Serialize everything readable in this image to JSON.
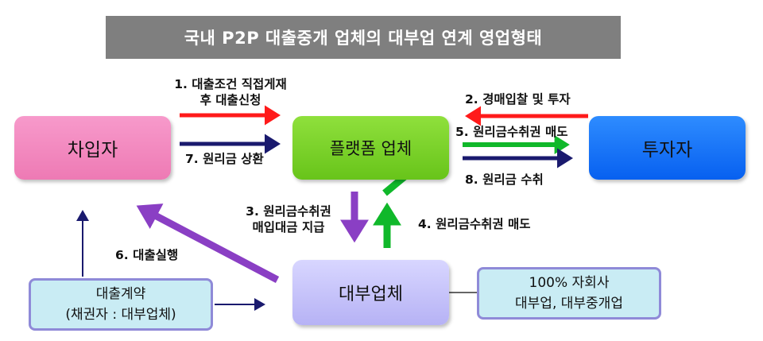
{
  "title": "국내 P2P 대출중개 업체의 대부업 연계 영업형태",
  "nodes": {
    "borrower": "차입자",
    "platform": "플랫폼 업체",
    "investor": "투자자",
    "lender": "대부업체",
    "contract": {
      "line1": "대출계약",
      "line2": "(채권자 : 대부업체)"
    },
    "subsidiary": {
      "line1": "100% 자회사",
      "line2": "대부업, 대부중개업"
    }
  },
  "steps": {
    "s1": {
      "line1": "1. 대출조건 직접게재",
      "line2": "후 대출신청"
    },
    "s2": "2. 경매입찰 및 투자",
    "s3": {
      "line1": "3. 원리금수취권",
      "line2": "매입대금 지급"
    },
    "s4": "4. 원리금수취권 매도",
    "s5": "5. 원리금수취권 매도",
    "s6": "6. 대출실행",
    "s7": "7. 원리금 상환",
    "s8": "8. 원리금 수취"
  },
  "colors": {
    "red": "#ff1a1a",
    "navy": "#1a1a6e",
    "green": "#10b82a",
    "purple": "#8a3fc4",
    "title_bg": "#7f7f7f"
  }
}
